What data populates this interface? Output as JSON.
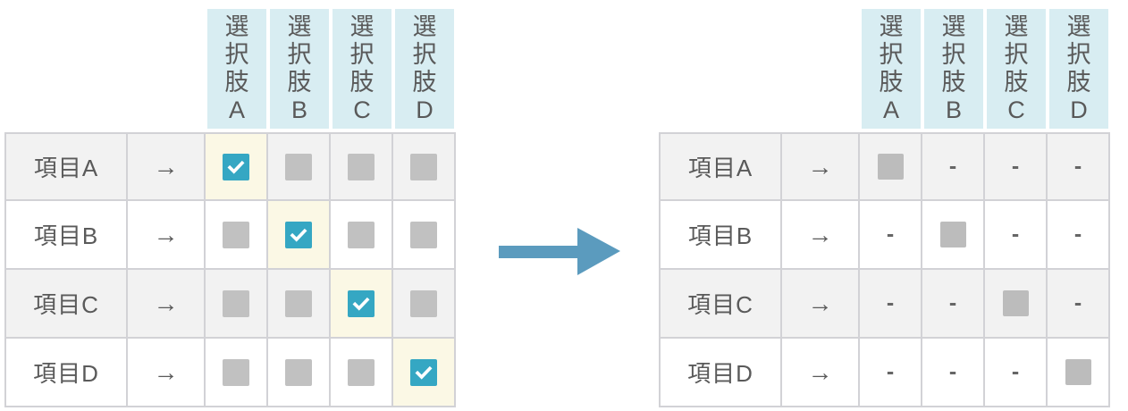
{
  "glyphs": {
    "dash": "-",
    "row_arrow": "→"
  },
  "colors": {
    "header_bg": "#d8edf2",
    "checked_box": "#35a7c3",
    "checked_cell_bg": "#fbf8e5",
    "unchecked_box": "#c1c1c1",
    "selected_box": "#bcbcbc",
    "row_alt_bg": "#f2f2f2",
    "row_bg": "#ffffff",
    "cell_border": "#d2d2d6",
    "text": "#5a5a5a",
    "transition_arrow": "#5b9bbe"
  },
  "left_table": {
    "name": "before",
    "columns": [
      "選択肢A",
      "選択肢B",
      "選択肢C",
      "選択肢D"
    ],
    "rows": [
      {
        "label": "項目A",
        "arrow": "→",
        "cells": [
          "checked",
          "unchecked",
          "unchecked",
          "unchecked"
        ]
      },
      {
        "label": "項目B",
        "arrow": "→",
        "cells": [
          "unchecked",
          "checked",
          "unchecked",
          "unchecked"
        ]
      },
      {
        "label": "項目C",
        "arrow": "→",
        "cells": [
          "unchecked",
          "unchecked",
          "checked",
          "unchecked"
        ]
      },
      {
        "label": "項目D",
        "arrow": "→",
        "cells": [
          "unchecked",
          "unchecked",
          "unchecked",
          "checked"
        ]
      }
    ]
  },
  "right_table": {
    "name": "after",
    "columns": [
      "選択肢A",
      "選択肢B",
      "選択肢C",
      "選択肢D"
    ],
    "rows": [
      {
        "label": "項目A",
        "arrow": "→",
        "cells": [
          "selected",
          "dash",
          "dash",
          "dash"
        ]
      },
      {
        "label": "項目B",
        "arrow": "→",
        "cells": [
          "dash",
          "selected",
          "dash",
          "dash"
        ]
      },
      {
        "label": "項目C",
        "arrow": "→",
        "cells": [
          "dash",
          "dash",
          "selected",
          "dash"
        ]
      },
      {
        "label": "項目D",
        "arrow": "→",
        "cells": [
          "dash",
          "dash",
          "dash",
          "selected"
        ]
      }
    ]
  }
}
